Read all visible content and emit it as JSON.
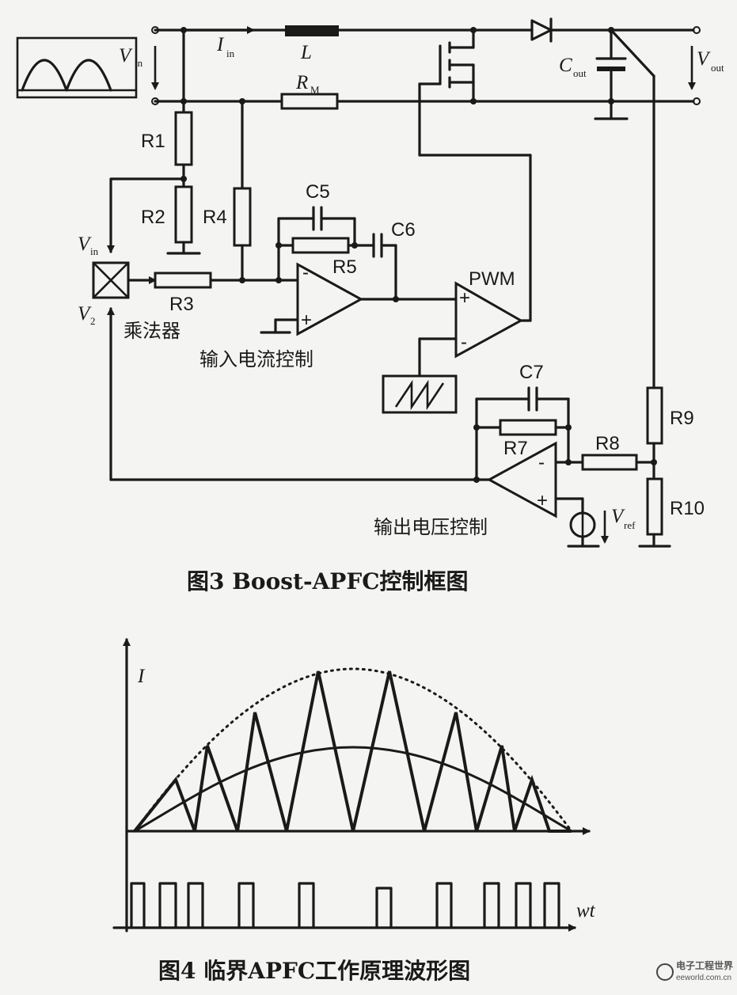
{
  "fig3": {
    "caption": "图3   Boost-APFC控制框图",
    "labels": {
      "vin": "V",
      "vin_sub": "in",
      "iin": "I",
      "iin_sub": "in",
      "L": "L",
      "RM": "R",
      "RM_sub": "M",
      "cout": "C",
      "cout_sub": "out",
      "vout": "V",
      "vout_sub": "out",
      "R1": "R1",
      "R2": "R2",
      "R3": "R3",
      "R4": "R4",
      "R5": "R5",
      "R7": "R7",
      "R8": "R8",
      "R9": "R9",
      "R10": "R10",
      "C5": "C5",
      "C6": "C6",
      "C7": "C7",
      "pwm": "PWM",
      "mult_vin": "V",
      "mult_vin_sub": "in",
      "mult_v2": "V",
      "mult_v2_sub": "2",
      "multiplier": "乘法器",
      "input_current_ctrl": "输入电流控制",
      "output_voltage_ctrl": "输出电压控制",
      "vref": "V",
      "vref_sub": "ref",
      "plus": "+",
      "minus": "-"
    }
  },
  "fig4": {
    "caption": "图4   临界APFC工作原理波形图",
    "y_label": "I",
    "x_label": "wt"
  },
  "watermark": {
    "text": "电子工程世界",
    "url": "eeworld.com.cn"
  }
}
